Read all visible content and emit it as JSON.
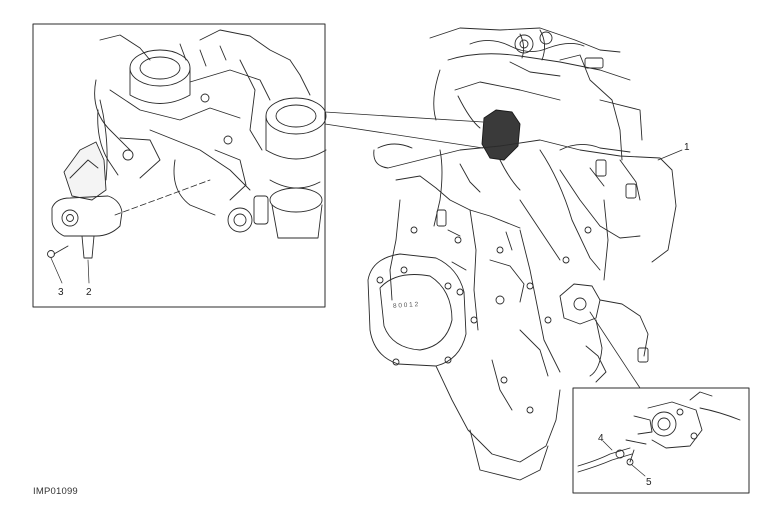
{
  "figure_code": "IMP01099",
  "callouts": {
    "c1": "1",
    "c2": "2",
    "c3": "3",
    "c4": "4",
    "c5": "5"
  },
  "engine_stamp": "8 0 0 1 2",
  "colors": {
    "line": "#2b2b2b",
    "dark_part": "#3a3a3a",
    "light_fill": "#f4f4f4"
  }
}
